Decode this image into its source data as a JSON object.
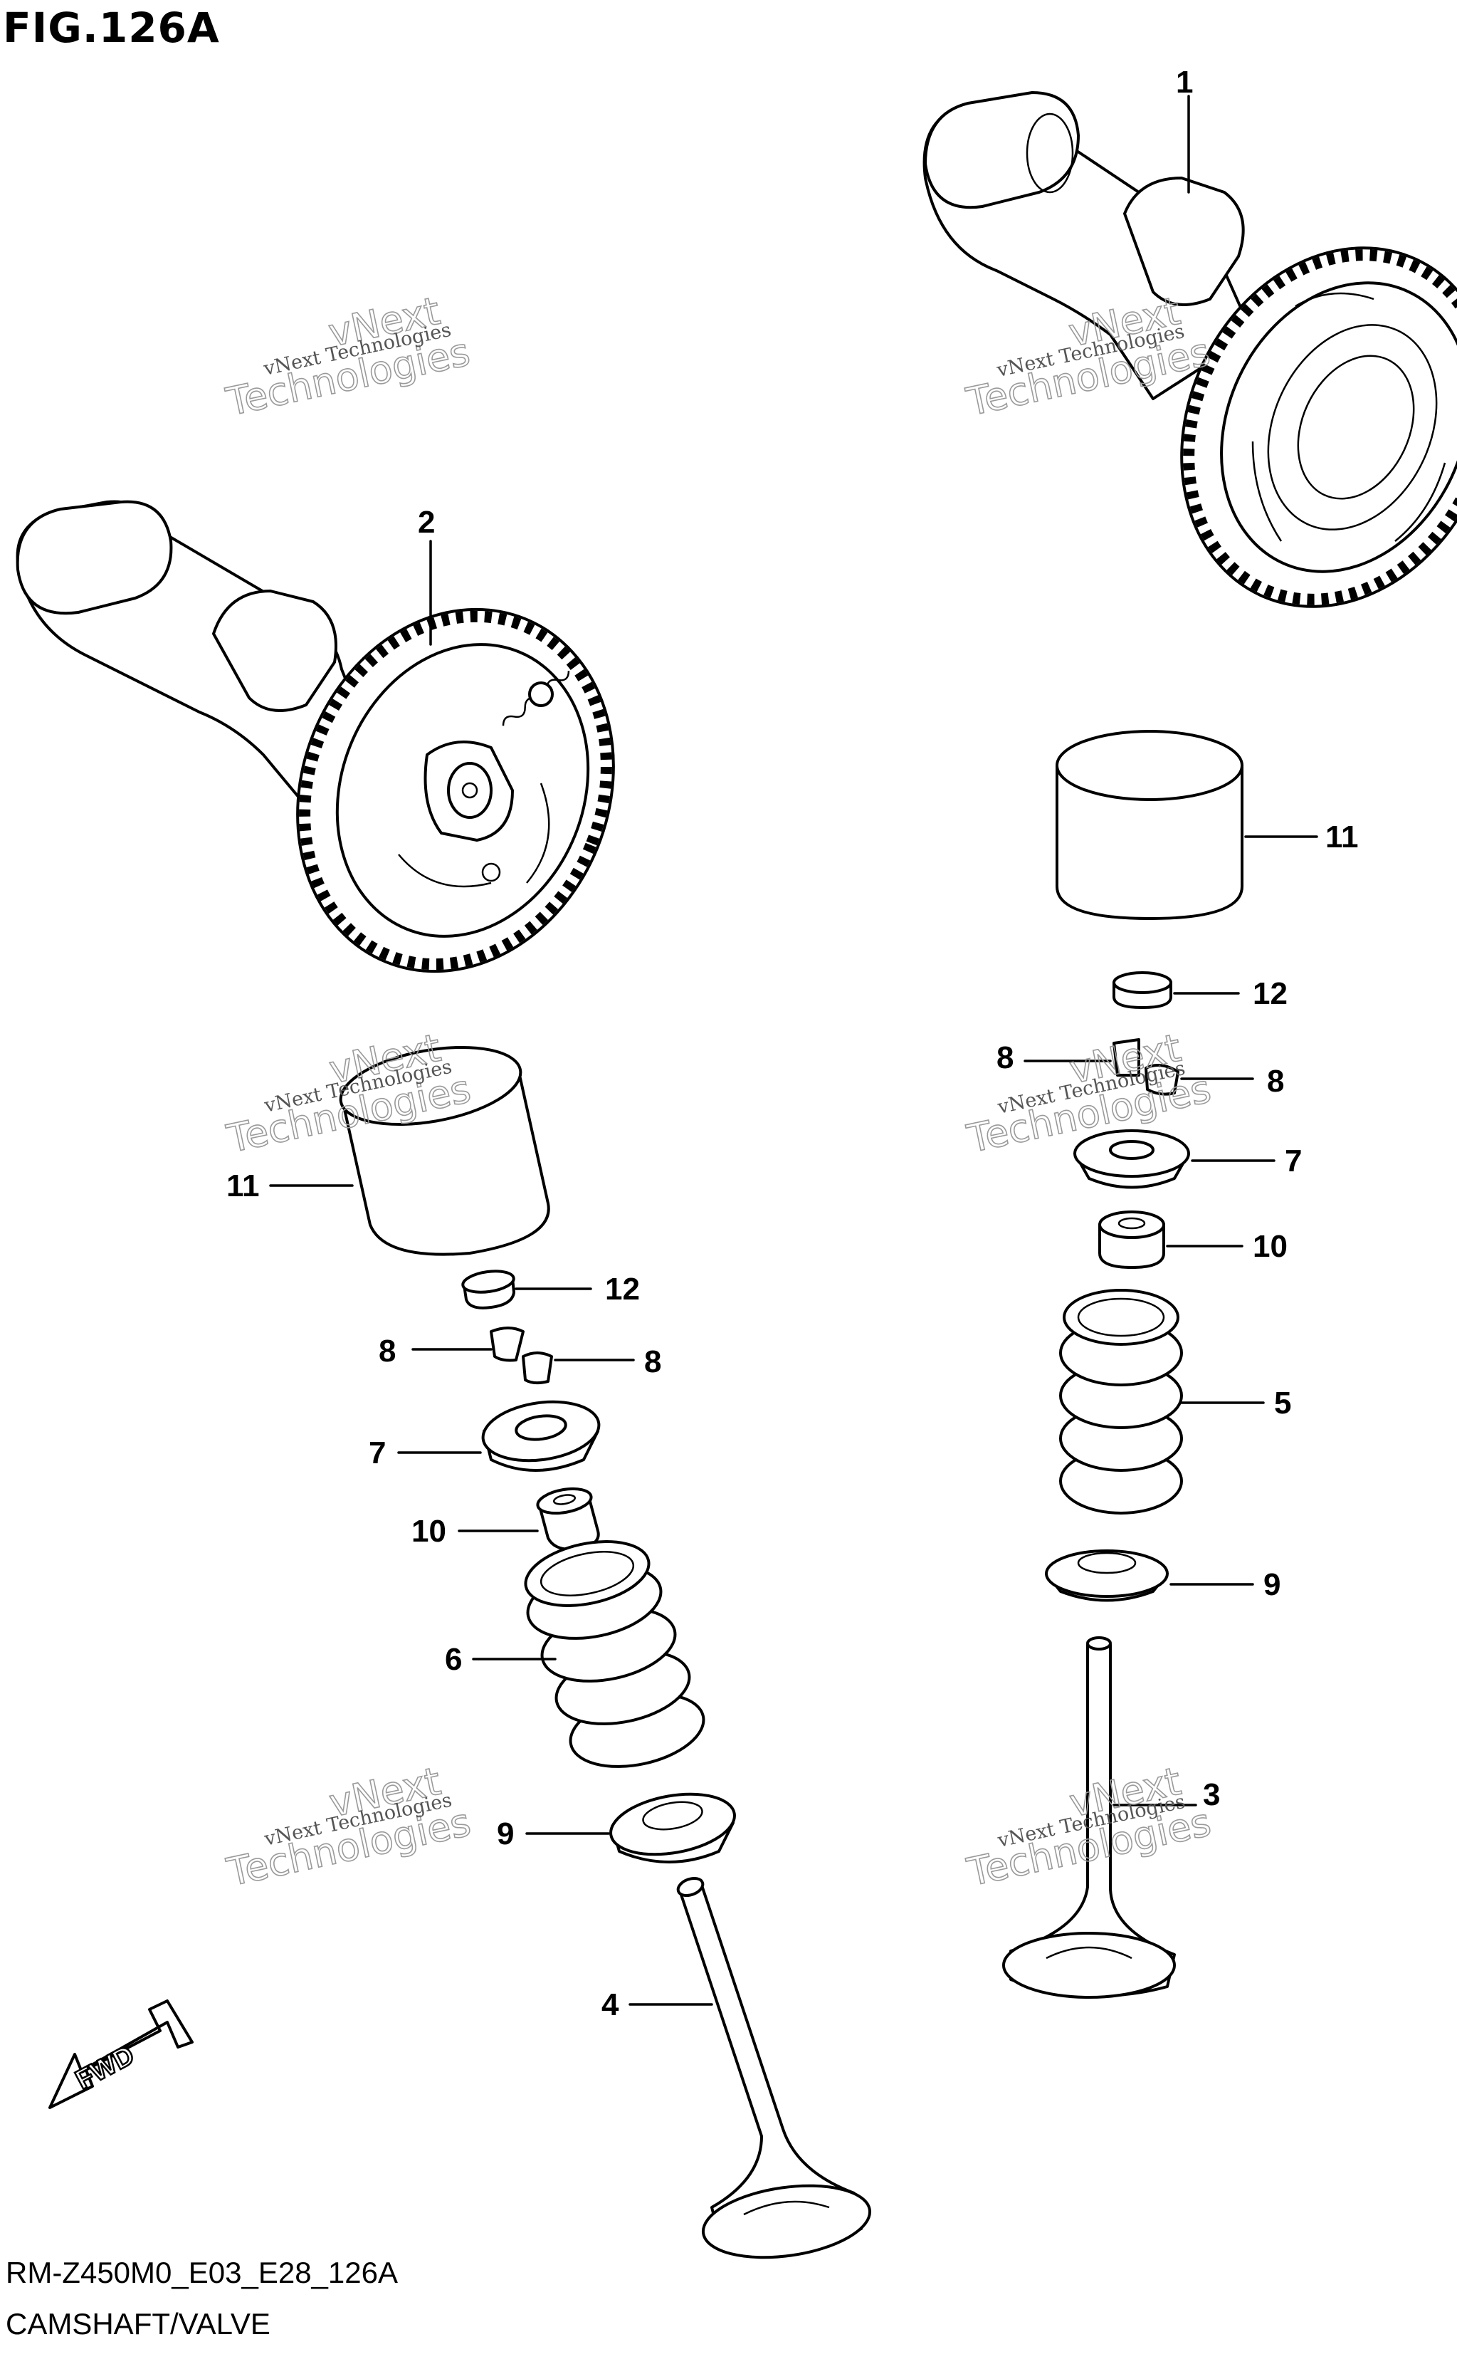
{
  "figure_title": "FIG.126A",
  "diagram_code": "RM-Z450M0_E03_E28_126A",
  "caption": "CAMSHAFT/VALVE",
  "fwd_label": "FWD",
  "watermark": {
    "line1": "vNext",
    "line2": "Technologies",
    "full": "vNext Technologies"
  },
  "callouts": {
    "c1": "1",
    "c2": "2",
    "c3": "3",
    "c4": "4",
    "c5": "5",
    "c6": "6",
    "c7l": "7",
    "c7r": "7",
    "c8l1": "8",
    "c8l2": "8",
    "c8r1": "8",
    "c8r2": "8",
    "c9l": "9",
    "c9r": "9",
    "c10l": "10",
    "c10r": "10",
    "c11l": "11",
    "c11r": "11",
    "c12l": "12",
    "c12r": "12"
  },
  "colors": {
    "ink": "#000000",
    "paper": "#ffffff",
    "watermark": "#9a9a9a"
  }
}
